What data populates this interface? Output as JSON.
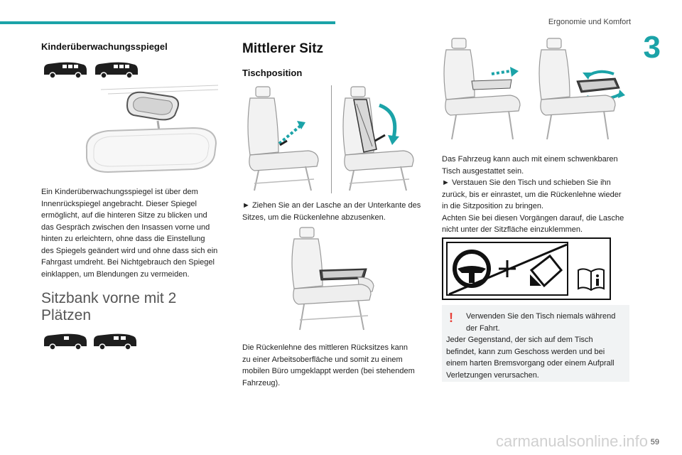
{
  "header": {
    "chapter_title": "Ergonomie und Komfort",
    "chapter_number": "3"
  },
  "left": {
    "mirror_heading": "Kinderüberwachungsspiegel",
    "mirror_text": [
      "Ein Kinderüberwachungsspiegel ist über dem",
      "Innenrückspiegel angebracht. Dieser Spiegel",
      "ermöglicht, auf die hinteren Sitze zu blicken und",
      "das Gespräch zwischen den Insassen vorne und",
      "hinten zu erleichtern, ohne dass die Einstellung",
      "des Spiegels geändert wird und ohne dass sich ein",
      "Fahrgast umdreht. Bei Nichtgebrauch den Spiegel",
      "einklappen, um Blendungen zu vermeiden."
    ],
    "bench_heading_line1": "Sitzbank vorne mit 2",
    "bench_heading_line2": "Plätzen"
  },
  "middle": {
    "heading": "Mittlerer Sitz",
    "subheading": "Tischposition",
    "instruction": [
      "► Ziehen Sie an der Lasche an der Unterkante des",
      "Sitzes, um die Rückenlehne abzusenken."
    ],
    "description": [
      "Die Rückenlehne des mittleren Rücksitzes kann",
      "zu einer Arbeitsoberfläche und somit zu einem",
      "mobilen Büro umgeklappt werden (bei stehendem",
      "Fahrzeug)."
    ]
  },
  "right": {
    "text": [
      "Das Fahrzeug kann auch mit einem schwenkbaren",
      "Tisch ausgestattet sein.",
      "► Verstauen Sie den Tisch und schieben Sie ihn",
      "zurück, bis er einrastet, um die Rückenlehne wieder",
      "in die Sitzposition zu bringen.",
      "Achten Sie bei diesen Vorgängen darauf, die Lasche",
      "nicht unter der Sitzfläche einzuklemmen."
    ],
    "warning_line1": "Verwenden Sie den Tisch niemals während",
    "warning_rest": [
      "der Fahrt.",
      "Jeder Gegenstand, der sich auf dem Tisch",
      "befindet, kann zum Geschoss werden und bei",
      "einem harten Bremsvorgang oder einem Aufprall",
      "Verletzungen verursachen."
    ],
    "warning_mark": "!"
  },
  "footer": {
    "page_number": "59",
    "watermark": "carmanualsonline.info"
  },
  "colors": {
    "accent": "#1ba3a8",
    "warning": "#e8413a",
    "box_bg": "#f1f3f4"
  }
}
